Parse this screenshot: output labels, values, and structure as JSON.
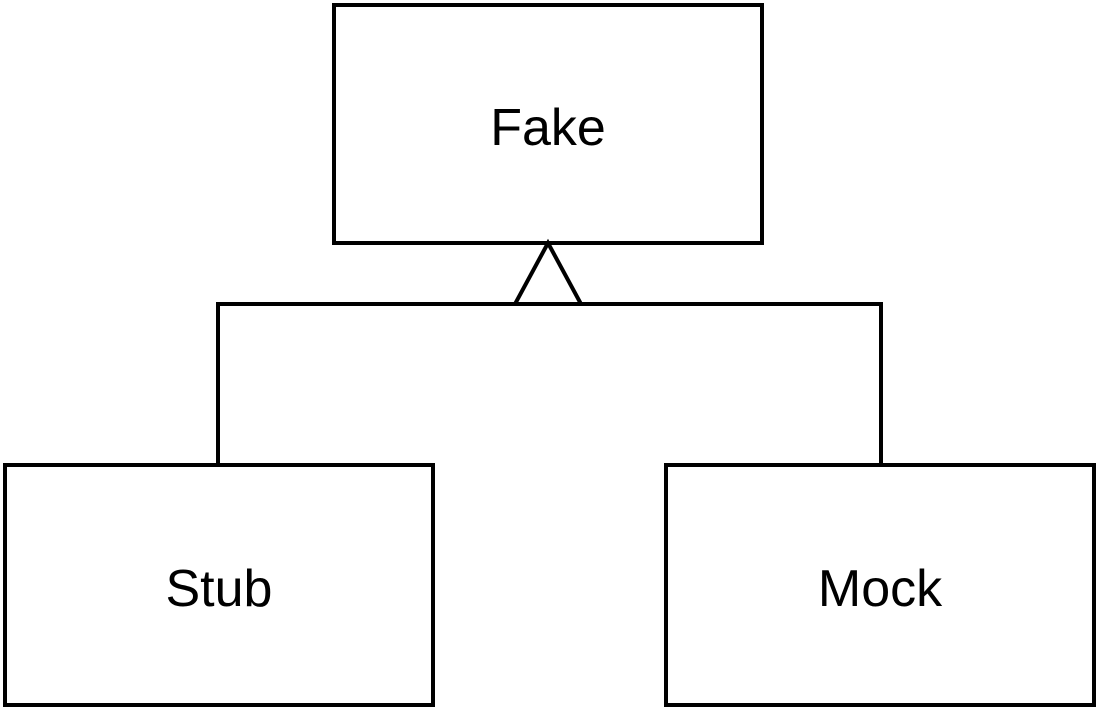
{
  "nodes": {
    "parent": {
      "label": "Fake"
    },
    "left_child": {
      "label": "Stub"
    },
    "right_child": {
      "label": "Mock"
    }
  },
  "relationship": "inheritance",
  "colors": {
    "stroke": "#000000",
    "background": "#ffffff"
  }
}
